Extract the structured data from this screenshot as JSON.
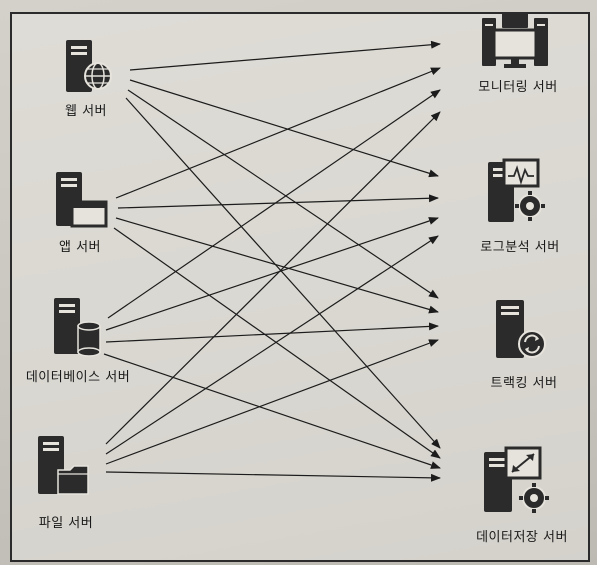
{
  "left_nodes": [
    {
      "id": "web",
      "label": "웹 서버",
      "icon": "web-server-globe-icon"
    },
    {
      "id": "app",
      "label": "앱 서버",
      "icon": "app-server-window-icon"
    },
    {
      "id": "db",
      "label": "데이터베이스 서버",
      "icon": "database-server-cylinder-icon"
    },
    {
      "id": "file",
      "label": "파일 서버",
      "icon": "file-server-folder-icon"
    }
  ],
  "right_nodes": [
    {
      "id": "monitor",
      "label": "모니터링 서버",
      "icon": "monitoring-server-icon"
    },
    {
      "id": "log",
      "label": "로그분석 서버",
      "icon": "log-analysis-server-icon"
    },
    {
      "id": "track",
      "label": "트랙킹 서버",
      "icon": "tracking-server-icon"
    },
    {
      "id": "store",
      "label": "데이터저장 서버",
      "icon": "data-storage-server-icon"
    }
  ],
  "connections": [
    [
      "web",
      "monitor"
    ],
    [
      "web",
      "log"
    ],
    [
      "web",
      "track"
    ],
    [
      "web",
      "store"
    ],
    [
      "app",
      "monitor"
    ],
    [
      "app",
      "log"
    ],
    [
      "app",
      "track"
    ],
    [
      "app",
      "store"
    ],
    [
      "db",
      "monitor"
    ],
    [
      "db",
      "log"
    ],
    [
      "db",
      "track"
    ],
    [
      "db",
      "store"
    ],
    [
      "file",
      "monitor"
    ],
    [
      "file",
      "log"
    ],
    [
      "file",
      "track"
    ],
    [
      "file",
      "store"
    ]
  ],
  "colors": {
    "ink": "#2b2b2b",
    "line": "#1c1c1c",
    "label": "#1a1a1a"
  }
}
